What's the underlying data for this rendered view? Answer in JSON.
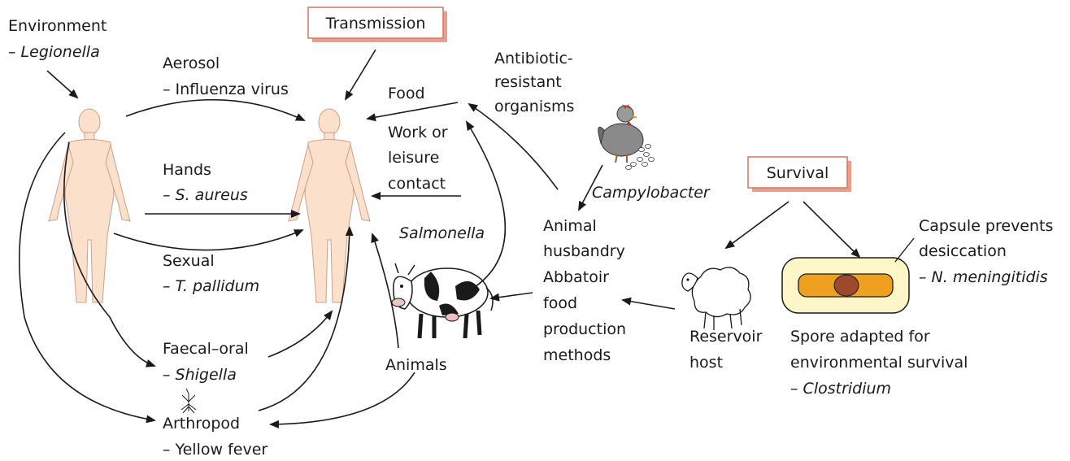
{
  "headers": {
    "transmission": "Transmission",
    "survival": "Survival"
  },
  "labels": {
    "environment": "Environment",
    "legionella_dash": "– ",
    "legionella": "Legionella",
    "aerosol": "Aerosol",
    "influenza": "– Influenza virus",
    "hands": "Hands",
    "s_aureus_dash": "– ",
    "s_aureus": "S. aureus",
    "sexual": "Sexual",
    "t_pallidum_dash": "– ",
    "t_pallidum": "T. pallidum",
    "faecal_oral": "Faecal–oral",
    "shigella_dash": "– ",
    "shigella": "Shigella",
    "arthropod": "Arthropod",
    "yellow_fever": "– Yellow fever",
    "animals": "Animals",
    "food": "Food",
    "work_1": "Work or",
    "work_2": "leisure",
    "work_3": "contact",
    "abr_1": "Antibiotic-",
    "abr_2": "resistant",
    "abr_3": "organisms",
    "campylobacter": "Campylobacter",
    "salmonella": "Salmonella",
    "husbandry_1": "Animal",
    "husbandry_2": "husbandry",
    "husbandry_3": "Abbatoir",
    "husbandry_4": "food",
    "husbandry_5": "production",
    "husbandry_6": "methods",
    "reservoir_1": "Reservoir",
    "reservoir_2": "host",
    "capsule_1": "Capsule prevents",
    "capsule_2": "desiccation",
    "n_men_dash": "– ",
    "n_men": "N. meningitidis",
    "spore_1": "Spore adapted for",
    "spore_2": "environmental survival",
    "clostridium_dash": "– ",
    "clostridium": "Clostridium"
  },
  "colors": {
    "skin": "#fbe0cc",
    "skin_outline": "#c9a08a",
    "box_border": "#d8735f",
    "box_shadow": "#e8a08c",
    "capsule_fill": "#fdf6c8",
    "spore_fill": "#f0a020",
    "spore_core": "#9b4a2c"
  }
}
